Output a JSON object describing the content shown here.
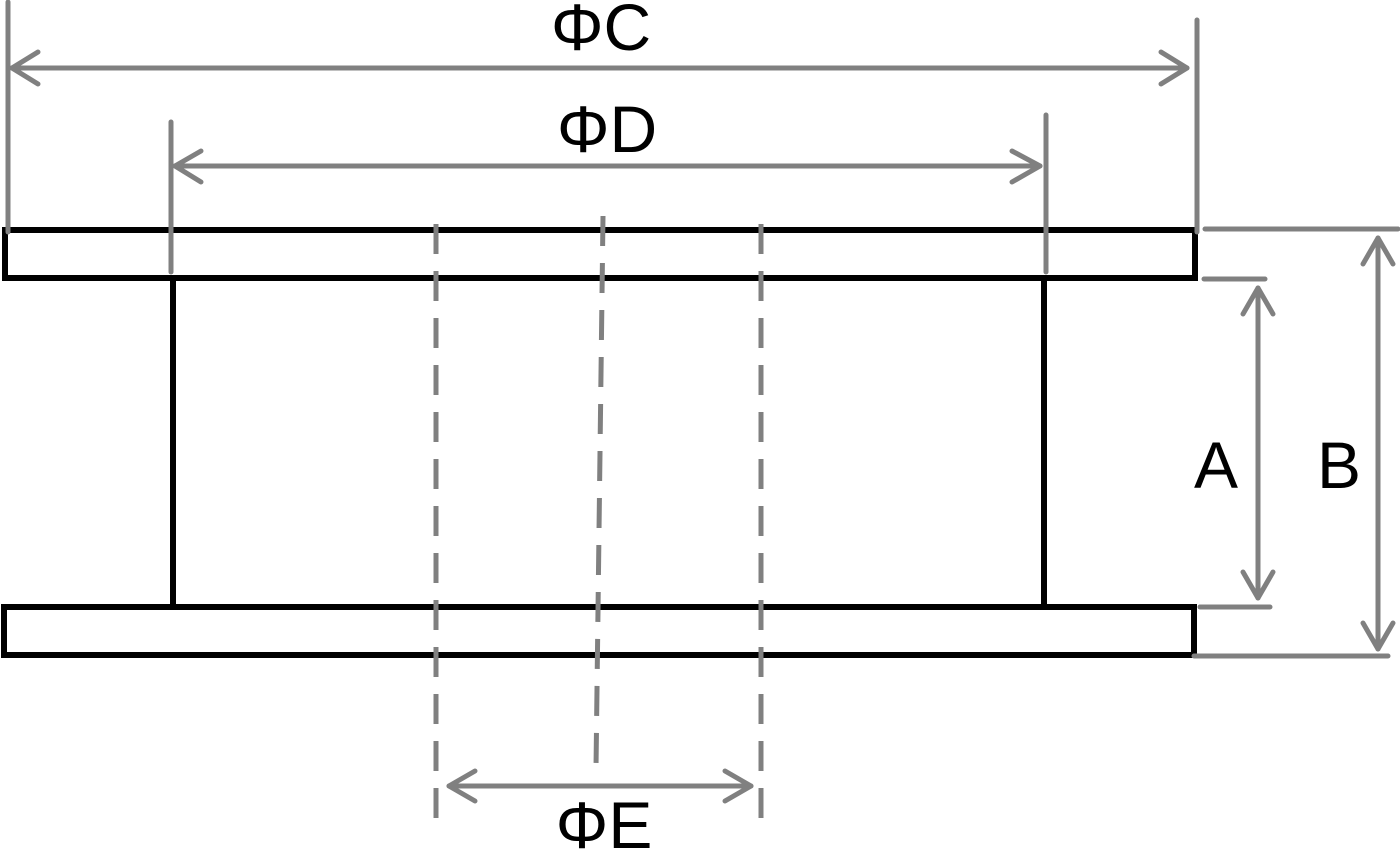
{
  "diagram": {
    "labels": {
      "phi_c": "ΦC",
      "phi_d": "ΦD",
      "phi_e": "ΦE",
      "a": "A",
      "b": "B"
    },
    "colors": {
      "outline": "#000000",
      "dimension": "#808080",
      "text": "#000000",
      "background": "#ffffff"
    }
  }
}
